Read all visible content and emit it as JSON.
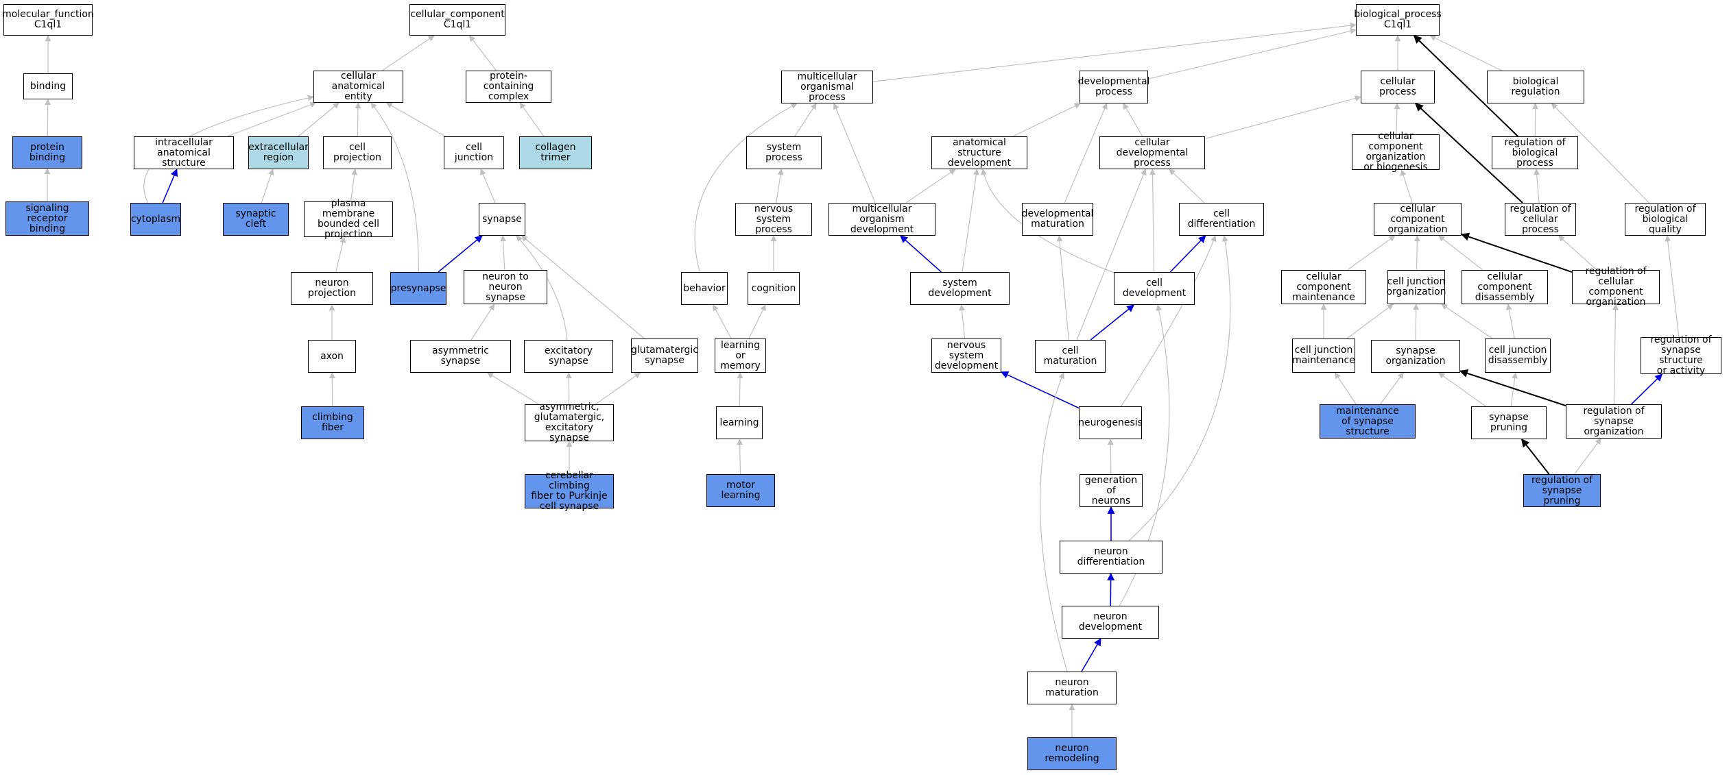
{
  "colors": {
    "edge_default": "#c0c0c0",
    "edge_blue": "#0000dd",
    "edge_black": "#000000",
    "fill_blue": "#6495ed",
    "fill_light": "#add8e6",
    "fill_white": "#ffffff"
  },
  "nodes": [
    {
      "id": "mf",
      "label": "molecular_function\nC1ql1",
      "fill": "white"
    },
    {
      "id": "binding",
      "label": "binding",
      "fill": "white"
    },
    {
      "id": "protbind",
      "label": "protein binding",
      "fill": "blue"
    },
    {
      "id": "sigrec",
      "label": "signaling receptor\nbinding",
      "fill": "blue"
    },
    {
      "id": "cc",
      "label": "cellular_component\nC1ql1",
      "fill": "white"
    },
    {
      "id": "cae",
      "label": "cellular anatomical\nentity",
      "fill": "white"
    },
    {
      "id": "pcc",
      "label": "protein-containing\ncomplex",
      "fill": "white"
    },
    {
      "id": "ias",
      "label": "intracellular\nanatomical structure",
      "fill": "white"
    },
    {
      "id": "ecr",
      "label": "extracellular\nregion",
      "fill": "light"
    },
    {
      "id": "cproj",
      "label": "cell projection",
      "fill": "white"
    },
    {
      "id": "cjunc",
      "label": "cell junction",
      "fill": "white"
    },
    {
      "id": "coltrim",
      "label": "collagen trimer",
      "fill": "light"
    },
    {
      "id": "cytoplasm",
      "label": "cytoplasm",
      "fill": "blue"
    },
    {
      "id": "syncleft",
      "label": "synaptic cleft",
      "fill": "blue"
    },
    {
      "id": "pmbcp",
      "label": "plasma membrane\nbounded cell\nprojection",
      "fill": "white"
    },
    {
      "id": "synapse",
      "label": "synapse",
      "fill": "white"
    },
    {
      "id": "nproj",
      "label": "neuron projection",
      "fill": "white"
    },
    {
      "id": "presyn",
      "label": "presynapse",
      "fill": "blue"
    },
    {
      "id": "n2n",
      "label": "neuron to neuron\nsynapse",
      "fill": "white"
    },
    {
      "id": "axon",
      "label": "axon",
      "fill": "white"
    },
    {
      "id": "asymsyn",
      "label": "asymmetric synapse",
      "fill": "white"
    },
    {
      "id": "excsyn",
      "label": "excitatory synapse",
      "fill": "white"
    },
    {
      "id": "glusyn",
      "label": "glutamatergic\nsynapse",
      "fill": "white"
    },
    {
      "id": "climb",
      "label": "climbing fiber",
      "fill": "blue"
    },
    {
      "id": "agesyn",
      "label": "asymmetric,\nglutamatergic,\nexcitatory synapse",
      "fill": "white"
    },
    {
      "id": "cfpc",
      "label": "cerebellar climbing\nfiber to Purkinje\ncell synapse",
      "fill": "blue"
    },
    {
      "id": "bp",
      "label": "biological_process\nC1ql1",
      "fill": "white"
    },
    {
      "id": "mop",
      "label": "multicellular\norganismal process",
      "fill": "white"
    },
    {
      "id": "devp",
      "label": "developmental\nprocess",
      "fill": "white"
    },
    {
      "id": "cellp",
      "label": "cellular process",
      "fill": "white"
    },
    {
      "id": "bioreg",
      "label": "biological regulation",
      "fill": "white"
    },
    {
      "id": "sysp",
      "label": "system process",
      "fill": "white"
    },
    {
      "id": "asd",
      "label": "anatomical structure\ndevelopment",
      "fill": "white"
    },
    {
      "id": "cdp",
      "label": "cellular developmental\nprocess",
      "fill": "white"
    },
    {
      "id": "ccob",
      "label": "cellular component\norganization\nor biogenesis",
      "fill": "white"
    },
    {
      "id": "rbp",
      "label": "regulation of\nbiological process",
      "fill": "white"
    },
    {
      "id": "nsp",
      "label": "nervous system\nprocess",
      "fill": "white"
    },
    {
      "id": "mod",
      "label": "multicellular\norganism development",
      "fill": "white"
    },
    {
      "id": "devmat",
      "label": "developmental\nmaturation",
      "fill": "white"
    },
    {
      "id": "cdiff",
      "label": "cell differentiation",
      "fill": "white"
    },
    {
      "id": "cco",
      "label": "cellular component\norganization",
      "fill": "white"
    },
    {
      "id": "rcp",
      "label": "regulation of\ncellular process",
      "fill": "white"
    },
    {
      "id": "rbq",
      "label": "regulation of\nbiological quality",
      "fill": "white"
    },
    {
      "id": "behavior",
      "label": "behavior",
      "fill": "white"
    },
    {
      "id": "cognition",
      "label": "cognition",
      "fill": "white"
    },
    {
      "id": "sysdev",
      "label": "system development",
      "fill": "white"
    },
    {
      "id": "celldev",
      "label": "cell development",
      "fill": "white"
    },
    {
      "id": "ccm",
      "label": "cellular component\nmaintenance",
      "fill": "white"
    },
    {
      "id": "cjo",
      "label": "cell junction\norganization",
      "fill": "white"
    },
    {
      "id": "ccd",
      "label": "cellular component\ndisassembly",
      "fill": "white"
    },
    {
      "id": "rcco",
      "label": "regulation of\ncellular component\norganization",
      "fill": "white"
    },
    {
      "id": "lm",
      "label": "learning or\nmemory",
      "fill": "white"
    },
    {
      "id": "nsd",
      "label": "nervous system\ndevelopment",
      "fill": "white"
    },
    {
      "id": "cellmat",
      "label": "cell maturation",
      "fill": "white"
    },
    {
      "id": "cjm",
      "label": "cell junction\nmaintenance",
      "fill": "white"
    },
    {
      "id": "synorg",
      "label": "synapse organization",
      "fill": "white"
    },
    {
      "id": "cjd",
      "label": "cell junction\ndisassembly",
      "fill": "white"
    },
    {
      "id": "rssa",
      "label": "regulation of\nsynapse structure\nor activity",
      "fill": "white"
    },
    {
      "id": "learning",
      "label": "learning",
      "fill": "white"
    },
    {
      "id": "neurogen",
      "label": "neurogenesis",
      "fill": "white"
    },
    {
      "id": "mss",
      "label": "maintenance\nof synapse structure",
      "fill": "blue"
    },
    {
      "id": "synprune",
      "label": "synapse pruning",
      "fill": "white"
    },
    {
      "id": "rso",
      "label": "regulation of\nsynapse organization",
      "fill": "white"
    },
    {
      "id": "motor",
      "label": "motor learning",
      "fill": "blue"
    },
    {
      "id": "genneu",
      "label": "generation of\nneurons",
      "fill": "white"
    },
    {
      "id": "rsp",
      "label": "regulation of\nsynapse pruning",
      "fill": "blue"
    },
    {
      "id": "neudiff",
      "label": "neuron differentiation",
      "fill": "white"
    },
    {
      "id": "neudev",
      "label": "neuron development",
      "fill": "white"
    },
    {
      "id": "neumat",
      "label": "neuron maturation",
      "fill": "white"
    },
    {
      "id": "neuremod",
      "label": "neuron remodeling",
      "fill": "blue"
    }
  ]
}
